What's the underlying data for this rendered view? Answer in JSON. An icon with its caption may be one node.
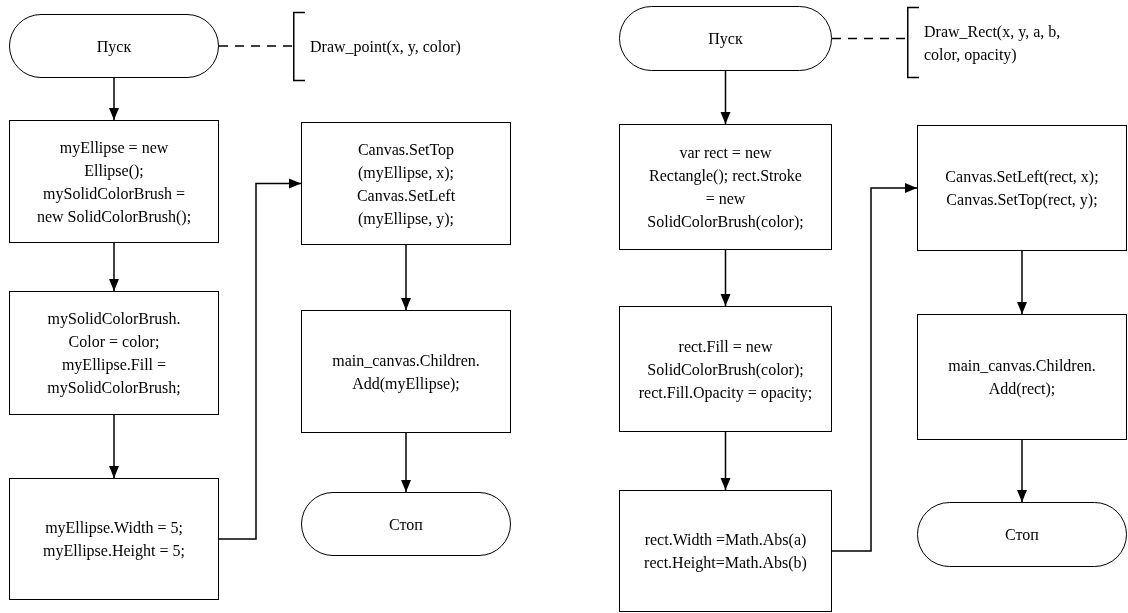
{
  "diagram": {
    "nodes": [
      {
        "text": [
          "Пуск"
        ]
      },
      {
        "text": [
          "Draw_point(x, y, color)"
        ]
      },
      {
        "text": [
          "myEllipse = new Ellipse(); mySolidColorBrush = new SolidColorBrush();"
        ]
      },
      {
        "text": [
          "mySolidColorBrush. Color = color; myEllipse.Fill = mySolidColorBrush;"
        ]
      },
      {
        "text": [
          "myEllipse.Width = 5; myEllipse.Height = 5;"
        ]
      },
      {
        "text": [
          "Canvas.SetTop (myEllipse, x); Canvas.SetLeft (myEllipse, y);"
        ]
      },
      {
        "text": [
          "main_canvas.Children. Add(myEllipse);"
        ]
      },
      {
        "text": [
          "Стоп"
        ]
      },
      {
        "text": [
          "Пуск"
        ]
      },
      {
        "text": [
          "Draw_Rect(x, y, a, b, color, opacity)"
        ]
      },
      {
        "text": [
          "var rect = new Rectangle(); rect.Stroke = new SolidColorBrush(color);"
        ]
      },
      {
        "text": [
          "rect.Fill = new SolidColorBrush(color); rect.Fill.Opacity = opacity;"
        ]
      },
      {
        "text": [
          "rect.Width =Math.Abs(a) rect.Height=Math.Abs(b)"
        ]
      },
      {
        "text": [
          "Canvas.SetLeft(rect, x); Canvas.SetTop(rect, y);"
        ]
      },
      {
        "text": [
          "main_canvas.Children. Add(rect);"
        ]
      },
      {
        "text": [
          "Стоп"
        ]
      }
    ],
    "edges": [
      {
        "from": 0,
        "to": 1,
        "arrow": "none",
        "style": "dashed"
      },
      {
        "from": 0,
        "to": 2,
        "arrow": "to"
      },
      {
        "from": 2,
        "to": 3,
        "arrow": "to"
      },
      {
        "from": 3,
        "to": 4,
        "arrow": "to"
      },
      {
        "from": 4,
        "to": 5,
        "arrow": "to"
      },
      {
        "from": 5,
        "to": 6,
        "arrow": "to"
      },
      {
        "from": 6,
        "to": 7,
        "arrow": "to"
      },
      {
        "from": 8,
        "to": 9,
        "arrow": "none",
        "style": "dashed"
      },
      {
        "from": 8,
        "to": 10,
        "arrow": "to"
      },
      {
        "from": 10,
        "to": 11,
        "arrow": "to"
      },
      {
        "from": 11,
        "to": 12,
        "arrow": "to"
      },
      {
        "from": 12,
        "to": 13,
        "arrow": "to"
      },
      {
        "from": 13,
        "to": 14,
        "arrow": "to"
      },
      {
        "from": 14,
        "to": 15,
        "arrow": "to"
      }
    ]
  }
}
